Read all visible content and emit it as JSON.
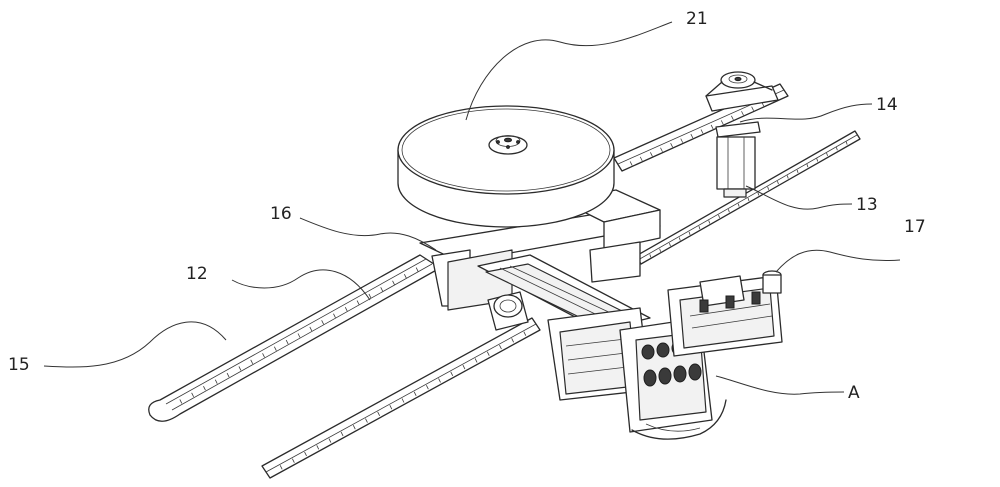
{
  "labels": {
    "l21": "21",
    "l14": "14",
    "l13": "13",
    "l16": "16",
    "l17": "17",
    "l12": "12",
    "l15": "15",
    "lA": "A"
  },
  "colors": {
    "line": "#2b2b2b",
    "fill_light": "#f2f2f2",
    "fill_dark": "#3a3a3a"
  }
}
